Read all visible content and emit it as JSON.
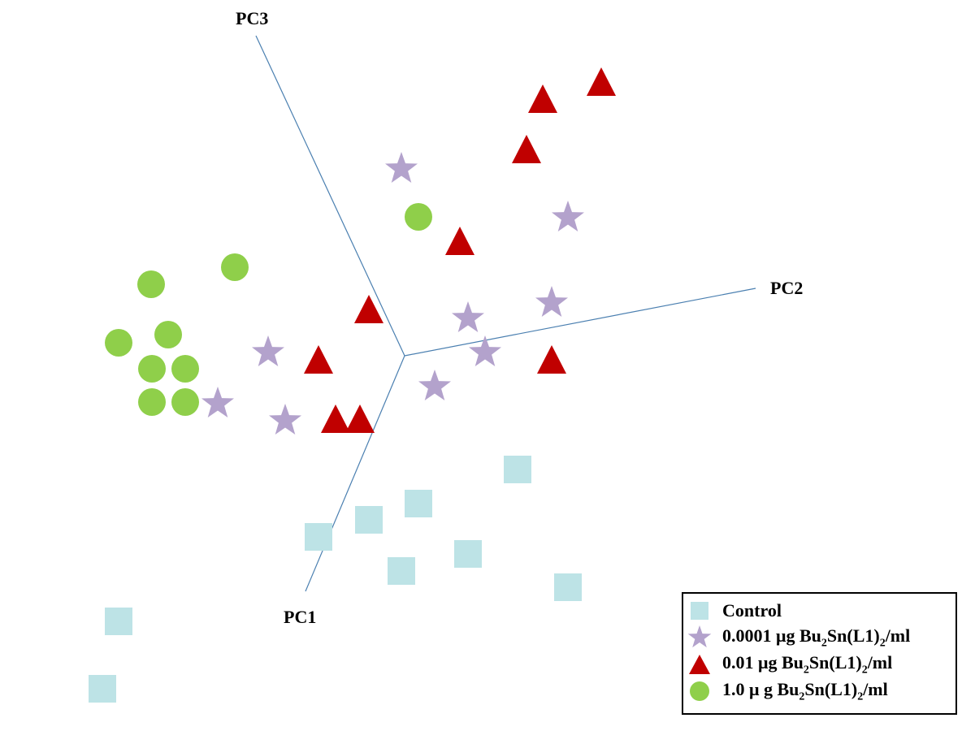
{
  "chart_data": {
    "type": "scatter",
    "projection": "3D principal component score plot",
    "axes": {
      "x": "PC1",
      "y": "PC2",
      "z": "PC3"
    },
    "colors": {
      "control": "#bde3e6",
      "low": "#b3a2cc",
      "mid": "#c00000",
      "high": "#8fcf4a",
      "axis": "#4a7fb0"
    },
    "series": [
      {
        "name": "Control",
        "marker": "square",
        "points": [
          [
            637,
            578
          ],
          [
            515,
            620
          ],
          [
            454,
            640
          ],
          [
            392,
            661
          ],
          [
            576,
            682
          ],
          [
            494,
            703
          ],
          [
            699,
            723
          ],
          [
            146,
            765
          ],
          [
            126,
            848
          ]
        ]
      },
      {
        "name": "0.0001 μg Bu2Sn(L1)2/ml",
        "marker": "star",
        "points": [
          [
            494,
            208
          ],
          [
            699,
            268
          ],
          [
            679,
            373
          ],
          [
            576,
            392
          ],
          [
            597,
            434
          ],
          [
            330,
            434
          ],
          [
            535,
            476
          ],
          [
            268,
            497
          ],
          [
            351,
            518
          ]
        ]
      },
      {
        "name": "0.01 μg Bu2Sn(L1)2/ml",
        "marker": "triangle",
        "points": [
          [
            740,
            102
          ],
          [
            668,
            123
          ],
          [
            648,
            185
          ],
          [
            566,
            298
          ],
          [
            454,
            382
          ],
          [
            392,
            444
          ],
          [
            679,
            444
          ],
          [
            413,
            517
          ],
          [
            443,
            517
          ]
        ]
      },
      {
        "name": "1.0 μ g Bu2Sn(L1)2/ml",
        "marker": "circle",
        "points": [
          [
            515,
            267
          ],
          [
            289,
            329
          ],
          [
            186,
            350
          ],
          [
            207,
            412
          ],
          [
            146,
            422
          ],
          [
            187,
            454
          ],
          [
            228,
            454
          ],
          [
            187,
            495
          ],
          [
            228,
            495
          ]
        ]
      }
    ],
    "legend": {
      "position": "bottom-right",
      "entries": [
        {
          "marker": "square",
          "text": "Control"
        },
        {
          "marker": "star",
          "prefix": "0.0001 μg Bu",
          "sub1": "2",
          "mid": "Sn(L1)",
          "sub2": "2",
          "suffix": "/ml"
        },
        {
          "marker": "triangle",
          "prefix": "0.01 μg Bu",
          "sub1": "2",
          "mid": "Sn(L1)",
          "sub2": "2",
          "suffix": "/ml"
        },
        {
          "marker": "circle",
          "prefix": "1.0 μ g Bu",
          "sub1": "2",
          "mid": "Sn(L1)",
          "sub2": "2",
          "suffix": "/ml"
        }
      ]
    }
  }
}
